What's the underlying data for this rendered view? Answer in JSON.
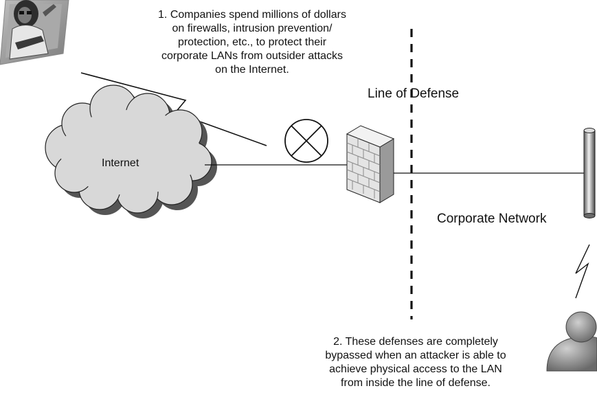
{
  "note1": {
    "lines": [
      "1. Companies spend millions of dollars",
      "on firewalls, intrusion prevention/",
      "protection, etc., to protect their",
      "corporate LANs from outsider attacks",
      "on the Internet."
    ]
  },
  "note2": {
    "lines": [
      "2. These defenses are completely",
      "bypassed when an attacker is able to",
      "achieve physical access to the LAN",
      "from inside the line of defense."
    ]
  },
  "labels": {
    "line_of_defense": "Line of Defense",
    "corporate_network": "Corporate Network",
    "internet": "Internet"
  },
  "icons": {
    "outside_attacker": "hooded-attacker-icon",
    "internet_cloud": "cloud-icon",
    "blocked_marker": "x-circle-icon",
    "firewall": "brick-firewall-icon",
    "lan_backbone": "network-bus-icon",
    "wireless_link": "lightning-bolt-icon",
    "inside_user": "user-icon"
  },
  "colors": {
    "line": "#111111",
    "cloud_fill": "#d8d8d8",
    "cloud_shadow": "#555555",
    "firewall_face": "#e6e6e6",
    "firewall_side": "#9a9a9a"
  }
}
